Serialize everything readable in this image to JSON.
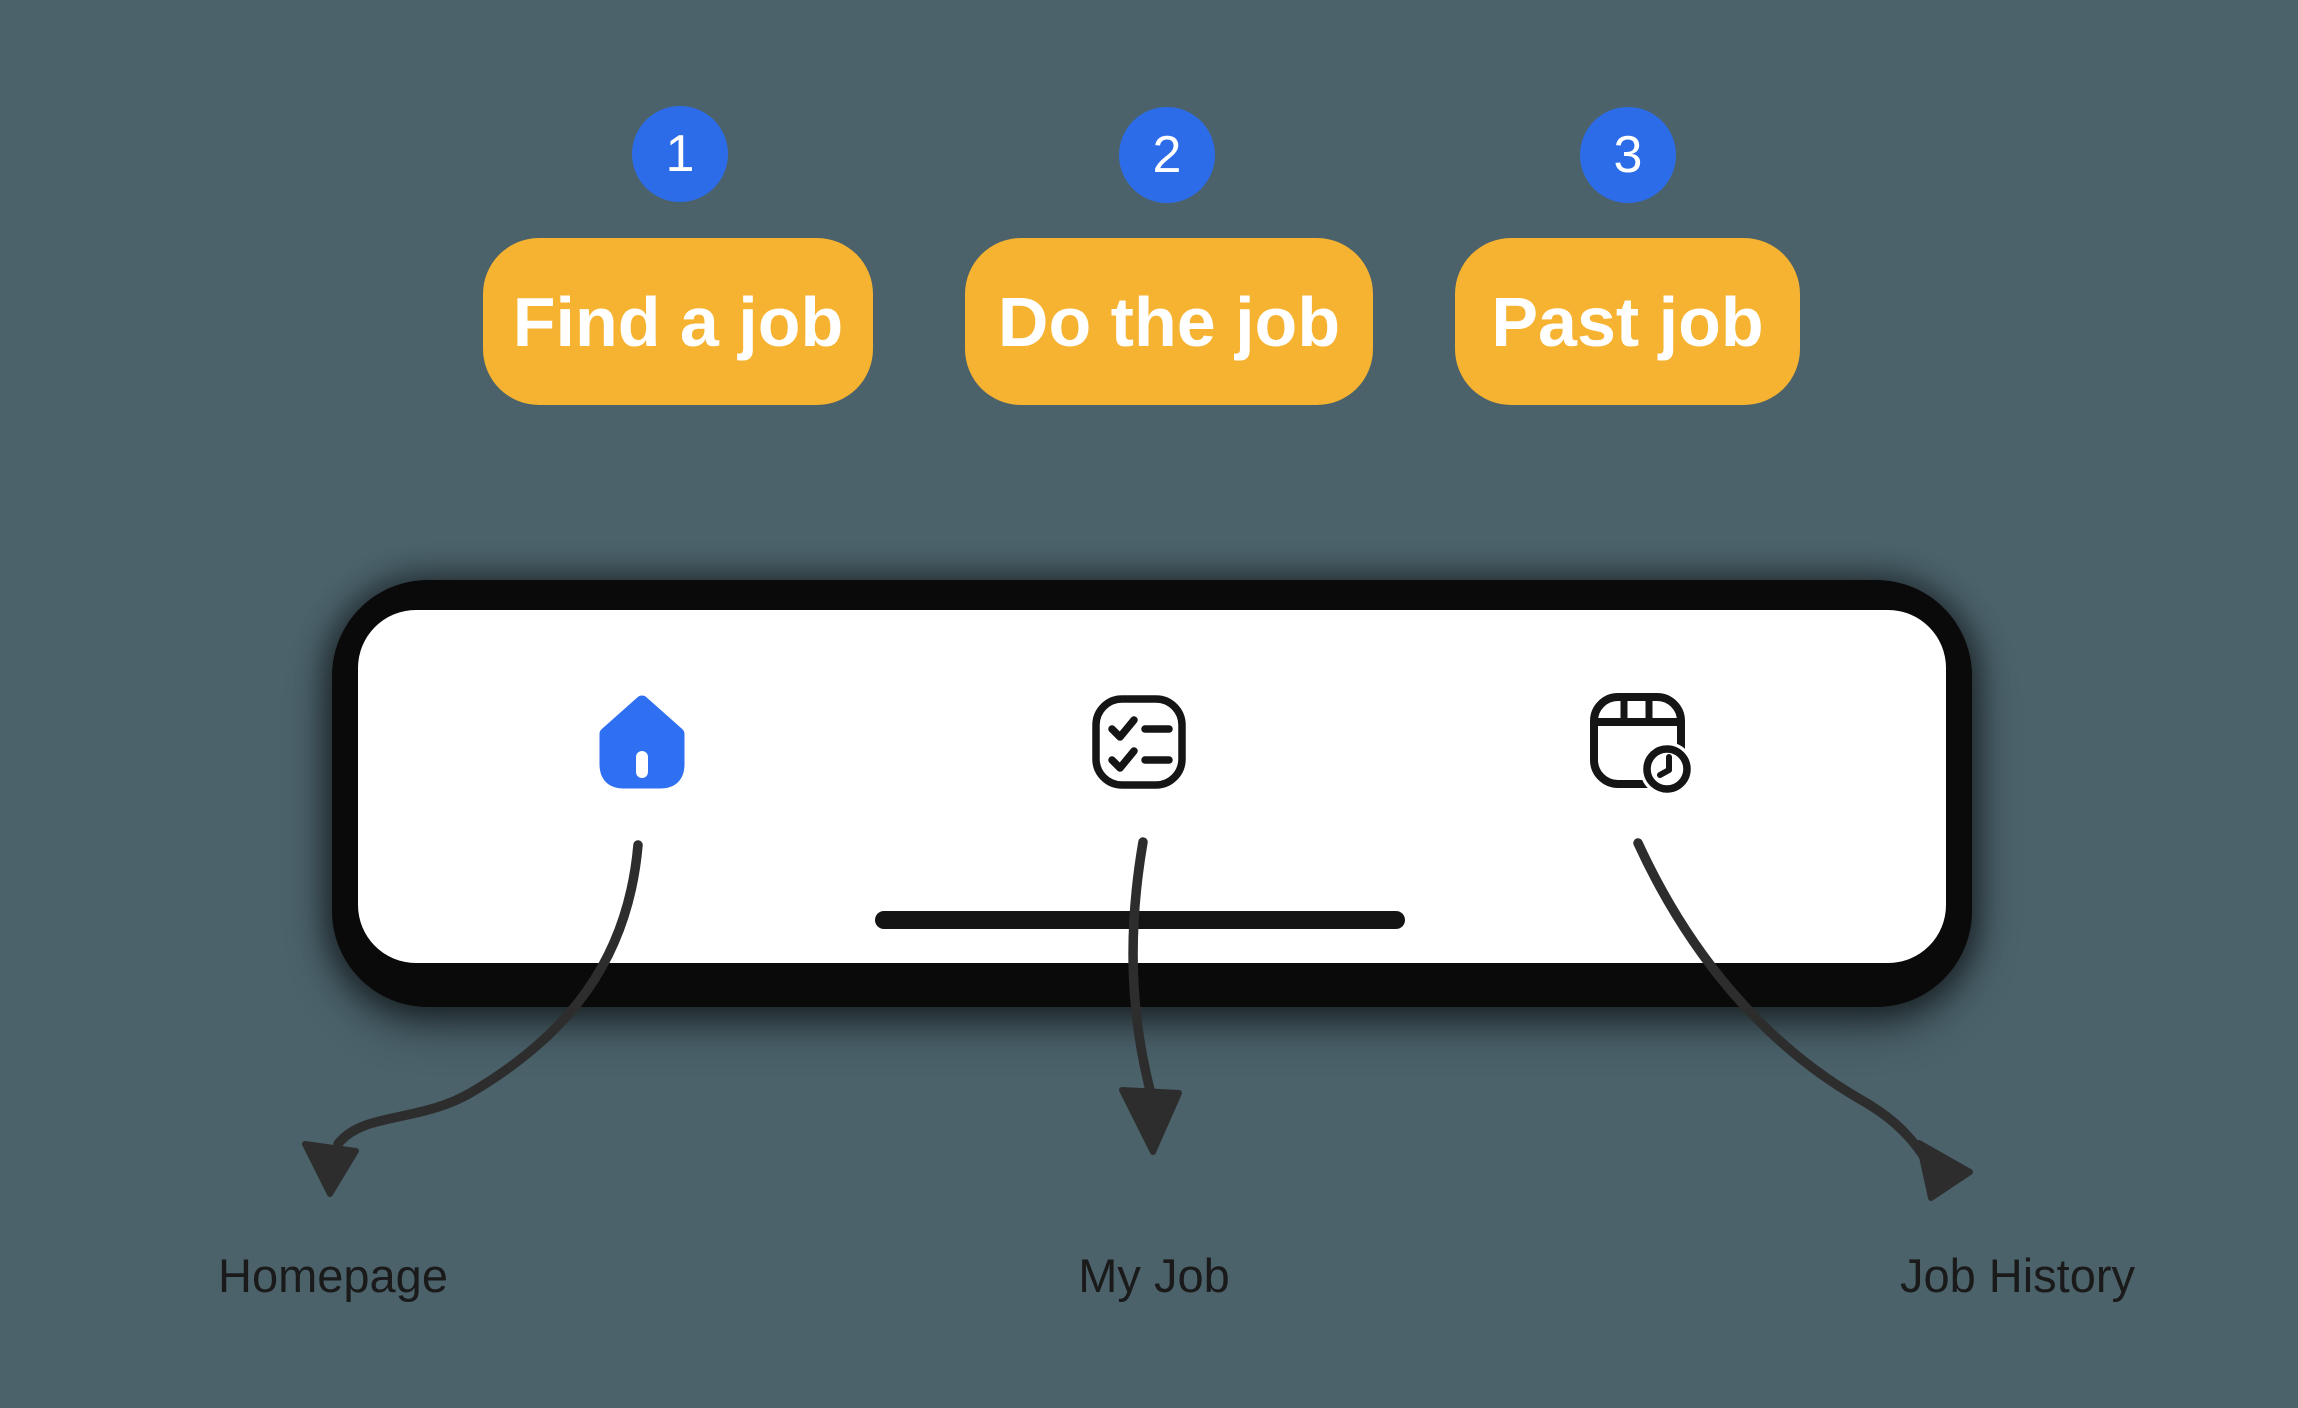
{
  "steps": [
    {
      "number": "1",
      "label": "Find a job"
    },
    {
      "number": "2",
      "label": "Do the job"
    },
    {
      "number": "3",
      "label": "Past job"
    }
  ],
  "tabbar": {
    "items": [
      {
        "icon": "home-icon",
        "label": "Homepage",
        "active": true
      },
      {
        "icon": "checklist-icon",
        "label": "My Job",
        "active": false
      },
      {
        "icon": "calendar-clock-icon",
        "label": "Job History",
        "active": false
      }
    ],
    "home_indicator": "drag-handle"
  },
  "colors": {
    "page_background": "#4b626b",
    "accent_blue": "#2d6ce9",
    "home_icon_blue": "#2f6ff1",
    "accent_yellow": "#f6b231",
    "bar_frame_black": "#0a0a0a",
    "bar_surface_white": "#ffffff",
    "annotation_ink": "#2d2d2d",
    "label_ink": "#1a1a1a"
  }
}
